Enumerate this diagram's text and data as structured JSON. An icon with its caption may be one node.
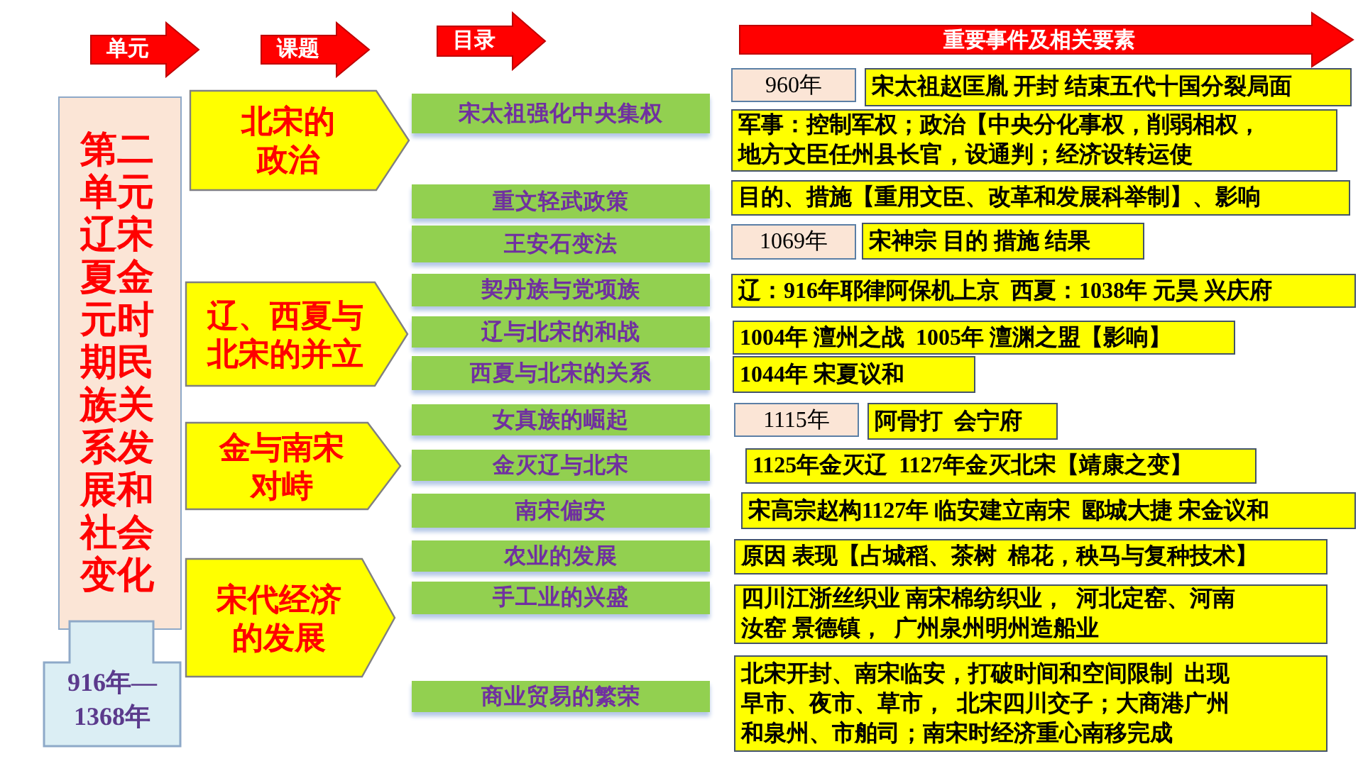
{
  "diagram": {
    "nodes": [
      {
        "text": [
          "单元"
        ]
      },
      {
        "text": [
          "课题"
        ]
      },
      {
        "text": [
          "目录"
        ]
      },
      {
        "text": [
          "重要事件及相关要素"
        ]
      },
      {
        "text": [
          "第二单元辽宋夏金元时期民族关系发展和社会变化"
        ]
      },
      {
        "text": [
          "916年—1368年"
        ]
      },
      {
        "text": [
          "北宋的政治"
        ]
      },
      {
        "text": [
          "辽、西夏与北宋的并立"
        ]
      },
      {
        "text": [
          "金与南宋对峙"
        ]
      },
      {
        "text": [
          "宋代经济的发展"
        ]
      },
      {
        "text": [
          "宋太祖强化中央集权"
        ]
      },
      {
        "text": [
          "重文轻武政策"
        ]
      },
      {
        "text": [
          "王安石变法"
        ]
      },
      {
        "text": [
          "契丹族与党项族"
        ]
      },
      {
        "text": [
          "辽与北宋的和战"
        ]
      },
      {
        "text": [
          "西夏与北宋的关系"
        ]
      },
      {
        "text": [
          "女真族的崛起"
        ]
      },
      {
        "text": [
          "金灭辽与北宋"
        ]
      },
      {
        "text": [
          "南宋偏安"
        ]
      },
      {
        "text": [
          "农业的发展"
        ]
      },
      {
        "text": [
          "手工业的兴盛"
        ]
      },
      {
        "text": [
          "商业贸易的繁荣"
        ]
      },
      {
        "text": [
          "960年"
        ]
      },
      {
        "text": [
          "宋太祖赵匡胤 开封 结束五代十国分裂局面"
        ]
      },
      {
        "text": [
          "军事：控制军权；政治【中央分化事权，削弱相权，地方文臣任州县长官，设通判；经济设转运使"
        ]
      },
      {
        "text": [
          "目的、措施【重用文臣、改革和发展科举制】、影响"
        ]
      },
      {
        "text": [
          "1069年"
        ]
      },
      {
        "text": [
          "宋神宗 目的 措施 结果"
        ]
      },
      {
        "text": [
          "辽：916年耶律阿保机上京  西夏：1038年 元昊 兴庆府"
        ]
      },
      {
        "text": [
          "1004年 澶州之战  1005年 澶渊之盟【影响】"
        ]
      },
      {
        "text": [
          "1044年 宋夏议和"
        ]
      },
      {
        "text": [
          "1115年"
        ]
      },
      {
        "text": [
          "阿骨打  会宁府"
        ]
      },
      {
        "text": [
          "1125年金灭辽  1127年金灭北宋【靖康之变】"
        ]
      },
      {
        "text": [
          "宋高宗赵构1127年 临安建立南宋  郾城大捷 宋金议和"
        ]
      },
      {
        "text": [
          "原因 表现【占城稻、茶树  棉花，秧马与复种技术】"
        ]
      },
      {
        "text": [
          "四川江浙丝织业 南宋棉纺织业，  河北定窑、河南汝窑 景德镇，  广州泉州明州造船业"
        ]
      },
      {
        "text": [
          "北宋开封、南宋临安，打破时间和空间限制  出现早市、夜市、草市，  北宋四川交子；大商港广州和泉州、市舶司；南宋时经济重心南移完成"
        ]
      }
    ]
  }
}
